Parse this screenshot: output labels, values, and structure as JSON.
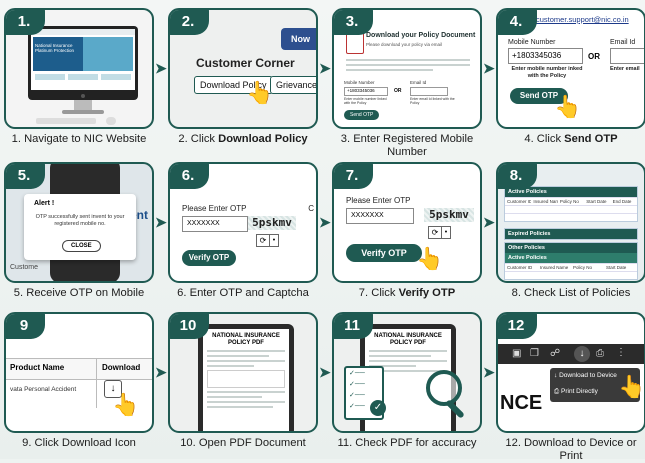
{
  "steps": [
    {
      "num": "1.",
      "caption_pre": "1. Navigate to NIC Website",
      "caption_bold": "",
      "caption_post": "",
      "content": {
        "site_title": "National Insurance Platinum Protection"
      }
    },
    {
      "num": "2.",
      "caption_pre": "2. Click ",
      "caption_bold": "Download Policy",
      "caption_post": "",
      "content": {
        "nav_label": "Now",
        "heading": "Customer Corner",
        "btn1": "Download Policy",
        "btn2": "Grievance R"
      }
    },
    {
      "num": "3.",
      "caption_pre": "3. Enter Registered Mobile Number",
      "caption_bold": "",
      "caption_post": "",
      "content": {
        "title": "Download your Policy Document",
        "subtitle": "Please download your policy via email",
        "mobile_label": "Mobile Number",
        "mobile_value": "+1803345036",
        "or": "OR",
        "email_label": "Email Id",
        "hint1": "Enter mobile number linked with the Policy",
        "hint2": "Enter email Id linked with the Policy",
        "btn": "Send OTP"
      }
    },
    {
      "num": "4.",
      "caption_pre": "4. Click ",
      "caption_bold": "Send OTP",
      "caption_post": "",
      "content": {
        "email_top": "customer.support@nic.co.in",
        "mobile_label": "Mobile Number",
        "mobile_value": "+1803345036",
        "or": "OR",
        "email_label": "Email Id",
        "hint1": "Enter mobile number inked with the Policy",
        "hint2": "Enter email",
        "btn": "Send OTP"
      }
    },
    {
      "num": "5.",
      "caption_pre": "5. Receive OTP on Mobile",
      "caption_bold": "",
      "caption_post": "",
      "content": {
        "alert_title": "Alert !",
        "alert_msg": "OTP successfully sent invent to your registered mobile no.",
        "close": "CLOSE",
        "bg_text": "ent",
        "bg_text2": "Custome"
      }
    },
    {
      "num": "6.",
      "caption_pre": "6. Enter OTP and Captcha",
      "caption_bold": "",
      "caption_post": "",
      "content": {
        "label": "Please Enter OTP",
        "otp": "XXXXXXX",
        "captcha": "5pskmv",
        "btn": "Verify OTP",
        "cut": "C"
      }
    },
    {
      "num": "7.",
      "caption_pre": "7. Click ",
      "caption_bold": "Verify OTP",
      "caption_post": "",
      "content": {
        "label": "Please Enter OTP",
        "otp": "XXXXXXX",
        "captcha": "5pskmv",
        "btn": "Verify OTP"
      }
    },
    {
      "num": "8.",
      "caption_pre": "8. Check List of Policies",
      "caption_bold": "",
      "caption_post": "",
      "content": {
        "t1": "Active Policies",
        "h1": "Customer ID",
        "h2": "Insured Name",
        "h3": "Policy No",
        "h4": "Start Date",
        "h5": "End Date",
        "t2": "Expired Policies",
        "t3": "Other Policies",
        "t4": "Active Policies",
        "h6": "Customer ID",
        "h7": "Insured Name",
        "h8": "Policy No",
        "h9": "Start Date"
      }
    },
    {
      "num": "9",
      "caption_pre": "9. Click Download Icon",
      "caption_bold": "",
      "caption_post": "",
      "content": {
        "col1": "Product Name",
        "col2": "Download",
        "row": "vata Personal Accident"
      }
    },
    {
      "num": "10",
      "caption_pre": "10. Open PDF Document",
      "caption_bold": "",
      "caption_post": "",
      "content": {
        "doc_title": "NATIONAL INSURANCE POLICY PDF"
      }
    },
    {
      "num": "11",
      "caption_pre": "11. Check PDF for accuracy",
      "caption_bold": "",
      "caption_post": "",
      "content": {
        "doc_title": "NATIONAL INSURANCE POLICY PDF"
      }
    },
    {
      "num": "12",
      "caption_pre": "12. Download to Device or Print",
      "caption_bold": "",
      "caption_post": "",
      "content": {
        "menu1": "Download to Device",
        "menu2": "Print Directly",
        "bg": "NCE"
      }
    }
  ],
  "colors": {
    "primary": "#1f5a52",
    "accent": "#2e7d6c"
  }
}
